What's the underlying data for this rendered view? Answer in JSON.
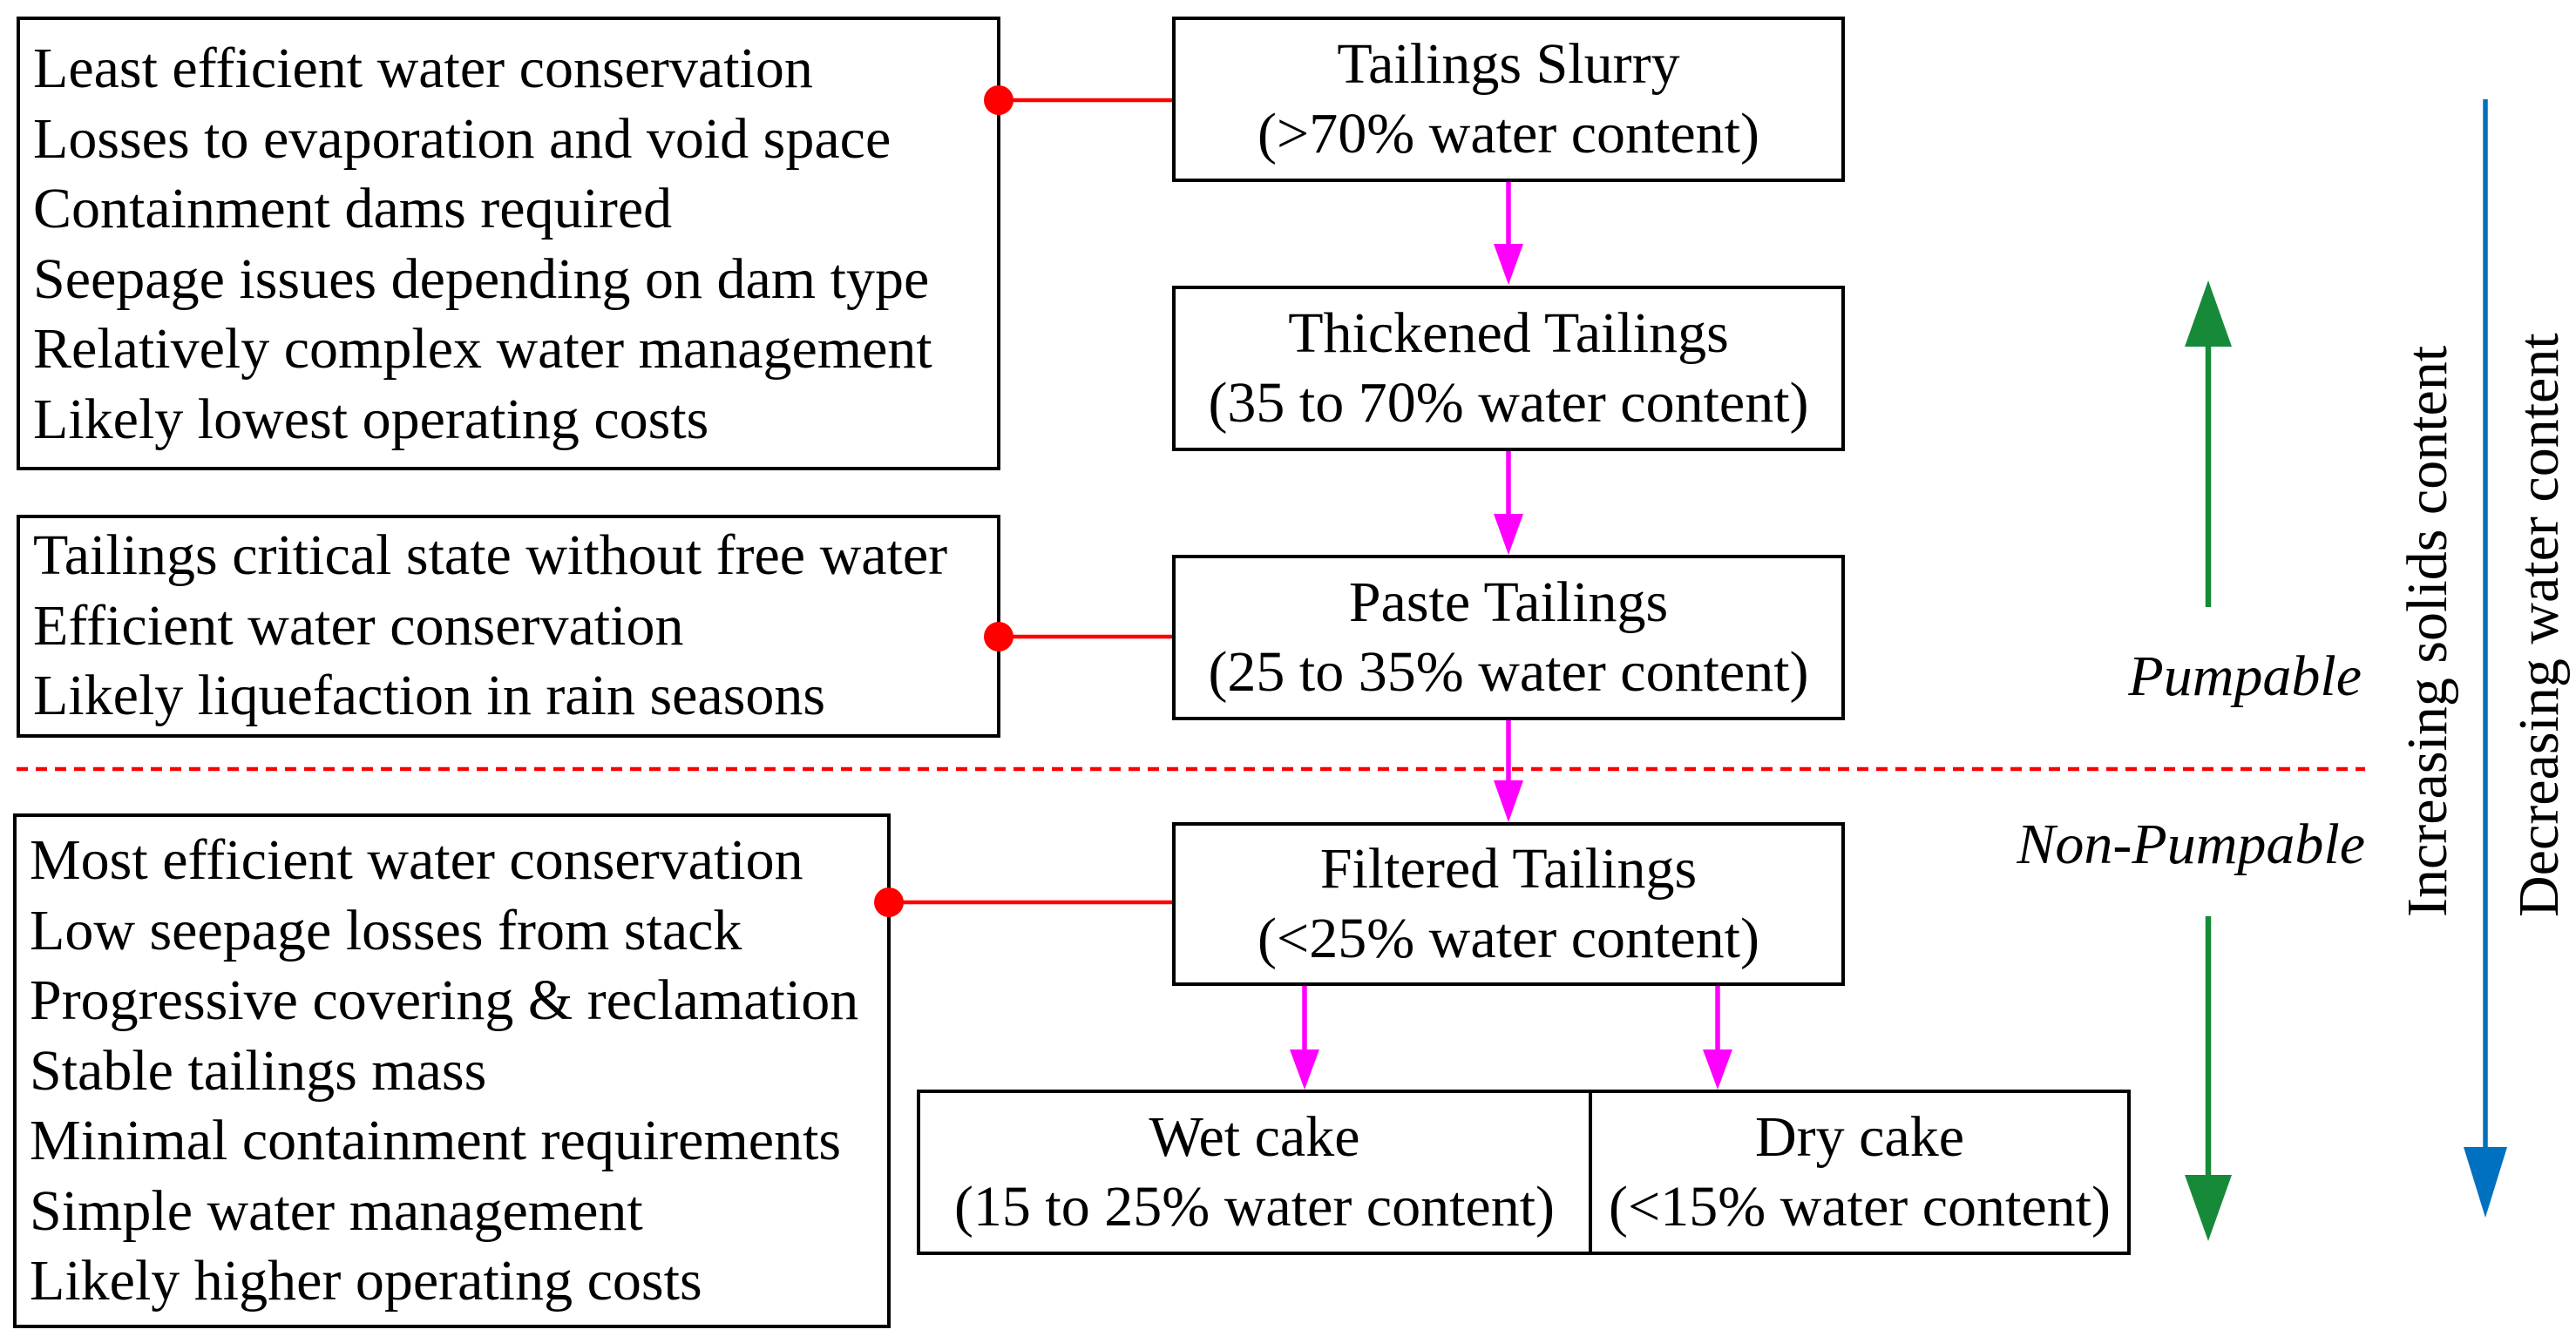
{
  "notes": [
    {
      "lines": [
        "Least efficient water conservation",
        "Losses to evaporation and void space",
        "Containment dams required",
        "Seepage issues depending on dam type",
        "Relatively complex water management",
        "Likely lowest operating costs"
      ]
    },
    {
      "lines": [
        "Tailings critical state without free water",
        "Efficient water conservation",
        "Likely liquefaction in rain seasons"
      ]
    },
    {
      "lines": [
        "Most efficient water conservation",
        "Low seepage losses from stack",
        "Progressive covering & reclamation",
        "Stable tailings mass",
        "Minimal containment requirements",
        "Simple water management",
        "Likely higher operating costs"
      ]
    }
  ],
  "stages": [
    {
      "name": "Tailings Slurry",
      "water": "(>70% water content)"
    },
    {
      "name": "Thickened Tailings",
      "water": "(35 to 70% water content)"
    },
    {
      "name": "Paste Tailings",
      "water": "(25 to 35% water content)"
    },
    {
      "name": "Filtered Tailings",
      "water": "(<25% water content)"
    }
  ],
  "products": [
    {
      "name": "Wet cake",
      "water": "(15 to 25% water content)"
    },
    {
      "name": "Dry cake",
      "water": "(<15% water content)"
    }
  ],
  "zones": {
    "pumpable": "Pumpable",
    "non_pumpable": "Non-Pumpable"
  },
  "trends": {
    "solids": "Increasing solids content",
    "water": "Decreasing water content"
  },
  "colors": {
    "flow_arrow": "#ff00ff",
    "connector": "#ff0000",
    "divider": "#ff0000",
    "trend_solids": "#178a3a",
    "trend_water": "#0070c0"
  }
}
